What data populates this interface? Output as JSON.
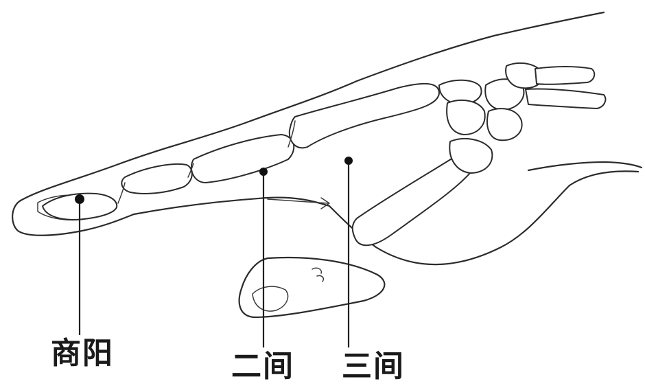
{
  "figure": {
    "labels": {
      "shangyang": "商阳",
      "erjian": "二间",
      "sanjian": "三间"
    }
  }
}
